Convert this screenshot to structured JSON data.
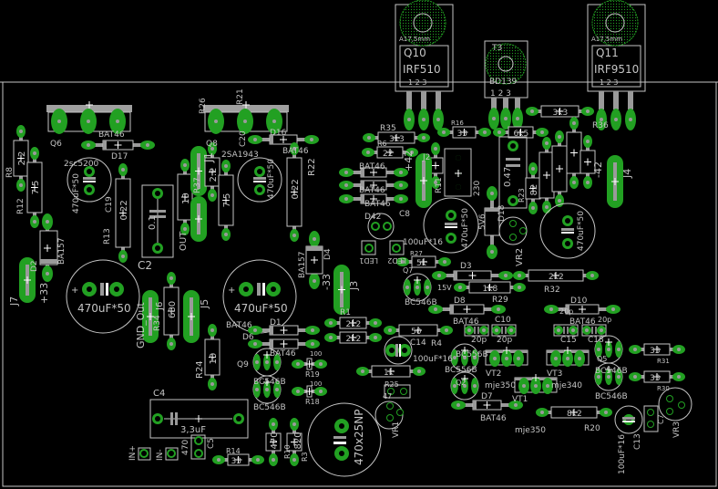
{
  "title": "PCB board layout - power amplifier",
  "colors": {
    "background": "#000000",
    "pad": "#22a022",
    "outline": "#c4c4c4",
    "lead": "#9a9a9a",
    "heatsink": "#22a022"
  },
  "labels": {
    "q6": "Q6",
    "q6_val": "2sc5200",
    "q8": "Q8",
    "q8_val": "2SA1943",
    "d17": "D17",
    "d17_val": "BAT46",
    "d16": "D16",
    "d16_val": "BAT46",
    "r8": "R8",
    "r8_val": "2.2",
    "r12": "R12",
    "r12_val": "7.5",
    "c_a": "470uF*50",
    "c19": "C19",
    "r13": "R13",
    "r13_val": "0.22",
    "c2": "C2",
    "c2_val": "0.1",
    "r37": "R37",
    "r37_val": "10",
    "out": "OUT",
    "j1": "J1",
    "r26": "R26",
    "r26_val": "2.2",
    "r21": "R21",
    "r21_val": "7.5",
    "c20": "C20",
    "c20_val": "470uF*50",
    "r22": "R22",
    "r22_val": "0.22",
    "d2": "D2",
    "d2_val": "BA157",
    "d4": "D4",
    "d4_val": "BA157",
    "m33": "-33",
    "p33": "+33",
    "j7": "J7",
    "j3": "J3",
    "c_big1": "470uF*50",
    "c_big2": "470uF*50",
    "gnd_out": "GND_Out",
    "j6": "J6",
    "r34": "R34",
    "r34_val": "680",
    "j5": "J5",
    "r24": "R24",
    "r24_val": "10",
    "c4": "C4",
    "c4_val": "3,3uF",
    "c5": "C5",
    "c5_val": "470",
    "in_plus": "IN+",
    "in_minus": "IN-",
    "r14": "R14",
    "r14_val": "33",
    "r10": "R10",
    "r10_val": "470",
    "r3": "R3",
    "r3_val": "820",
    "c_np": "470x25NP",
    "d1": "D1",
    "d6": "D6",
    "bat46_a": "BAT46",
    "bat46_b": "BAT46",
    "q9": "Q9",
    "bc546b_a": "BC546B",
    "bc546b_b": "BC546B",
    "r19": "R19",
    "r19_val": "100",
    "r18": "R18",
    "r18_val": "100",
    "r1": "R1",
    "r1_val_a": "2k2",
    "r1_val_b": "2k2",
    "q10": "Q10",
    "q10_val": "IRF510",
    "q11": "Q11",
    "q11_val": "IRF9510",
    "hs_a": "A17,5mm",
    "hs_b": "A17,5mm",
    "pins_a": "1  2  3",
    "pins_b": "1  2  3",
    "t3": "T3",
    "t3_val": "BD139",
    "t3_pins": "1  2  3",
    "r36": "R36",
    "r36_val": "3k3",
    "r35": "R35",
    "r35_val": "3k3",
    "r6": "R6",
    "r6_val": "22",
    "bat46_c": "BAT46",
    "bat46_d": "BAT46",
    "bat46_e": "BAT46",
    "d42": "D42",
    "c8": "C8",
    "r16": "R16",
    "r16_val": "33",
    "r5_val": "6k5",
    "r11": "R11",
    "r11_val": "230",
    "j2": "J2",
    "p42": "+42",
    "j4": "J4",
    "m42": "-42",
    "c6_val": "0.47",
    "r23": "R23",
    "r23_val": "82",
    "c_mid": "470uF*50",
    "d18": "D18",
    "d18_val": "5V6",
    "vr2": "VR2",
    "c_right": "470uF*50",
    "c8_val": "100uF*16",
    "led1": "LED1",
    "led2": "LED2",
    "r27": "R27",
    "r27_val": "5k",
    "d3": "D3",
    "d3_val": "15V",
    "r32": "R32",
    "r32_val": "2k2",
    "r29": "R29",
    "r29_val": "1k8",
    "q7": "Q7",
    "bc546b_c": "BC546B",
    "d8": "D8",
    "bat46_f": "BAT46",
    "c_20p_a": "20p",
    "c10": "C10",
    "c_20p_b": "20p",
    "c14": "C14",
    "c14_val": "100uF*16",
    "r4": "R4",
    "r4_val": "50",
    "bc556b_a": "BC556B",
    "bc556b_b": "BC556B",
    "q2": "Q2",
    "vt2": "VT2",
    "vt2_val": "mje350",
    "vt3": "VT3",
    "vt3_val": "mje340",
    "vt1": "VT1",
    "vt1_val": "mje350",
    "d7": "D7",
    "bat46_g": "BAT46",
    "r20": "R20",
    "r20_val": "8k2",
    "d10": "D10",
    "bat46_h": "BAT46",
    "c15": "C15",
    "c18": "C18",
    "c_20p_c": "20p",
    "c_20p_d": "20p",
    "q5": "Q5",
    "bc546b_d": "BC546B",
    "bc546b_e": "BC546B",
    "r31": "R31",
    "r31_val": "33",
    "r30": "R30",
    "r30_val": "33",
    "vr3": "VR3",
    "c13": "C13",
    "c13_val": "100uF*16",
    "c7": "C7",
    "r25": "R25",
    "r25_val": "1k",
    "c_47": "47",
    "vr1": "VR1"
  }
}
